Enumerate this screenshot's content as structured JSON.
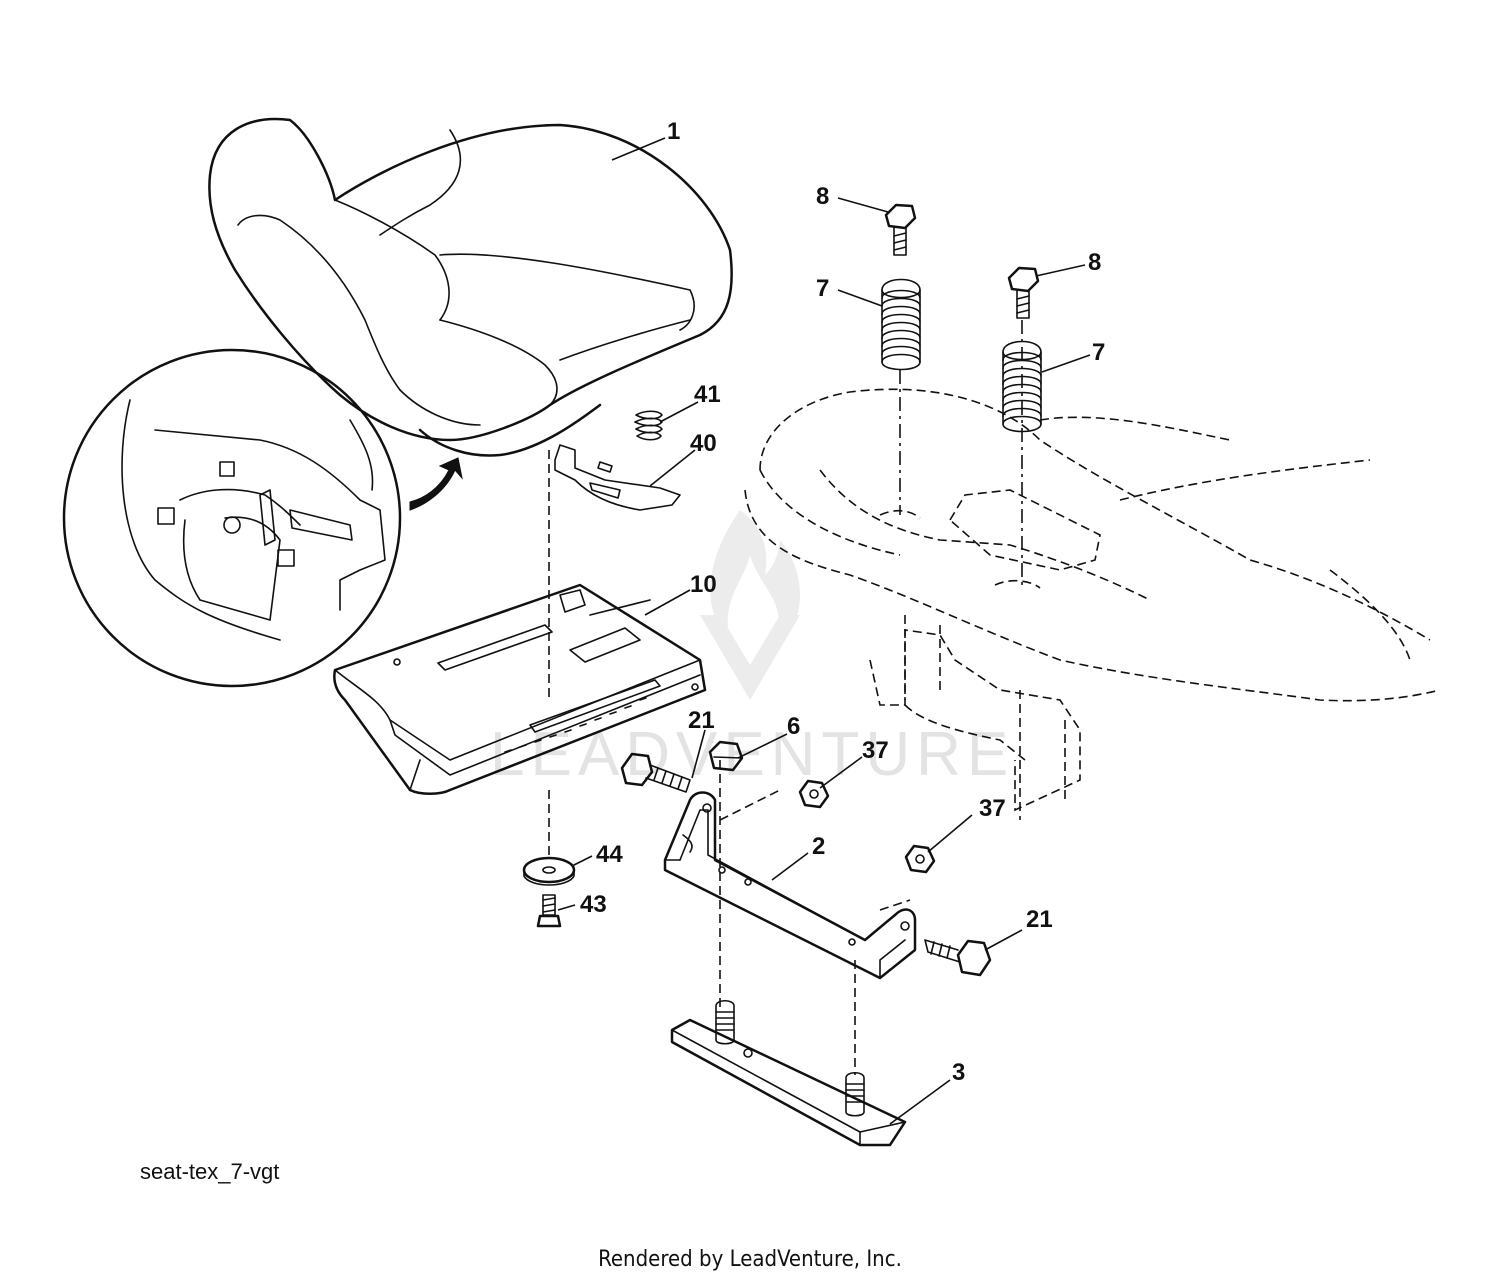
{
  "diagram": {
    "callouts": [
      {
        "id": "c1",
        "label": "1"
      },
      {
        "id": "c8a",
        "label": "8"
      },
      {
        "id": "c8b",
        "label": "8"
      },
      {
        "id": "c7a",
        "label": "7"
      },
      {
        "id": "c7b",
        "label": "7"
      },
      {
        "id": "c41",
        "label": "41"
      },
      {
        "id": "c40",
        "label": "40"
      },
      {
        "id": "c10",
        "label": "10"
      },
      {
        "id": "c21a",
        "label": "21"
      },
      {
        "id": "c6",
        "label": "6"
      },
      {
        "id": "c37a",
        "label": "37"
      },
      {
        "id": "c37b",
        "label": "37"
      },
      {
        "id": "c2",
        "label": "2"
      },
      {
        "id": "c21b",
        "label": "21"
      },
      {
        "id": "c44",
        "label": "44"
      },
      {
        "id": "c43",
        "label": "43"
      },
      {
        "id": "c3",
        "label": "3"
      }
    ],
    "diagram_code": "seat-tex_7-vgt"
  },
  "watermark": {
    "text": "LEADVENTURE"
  },
  "footer": {
    "text": "Rendered by LeadVenture, Inc."
  }
}
